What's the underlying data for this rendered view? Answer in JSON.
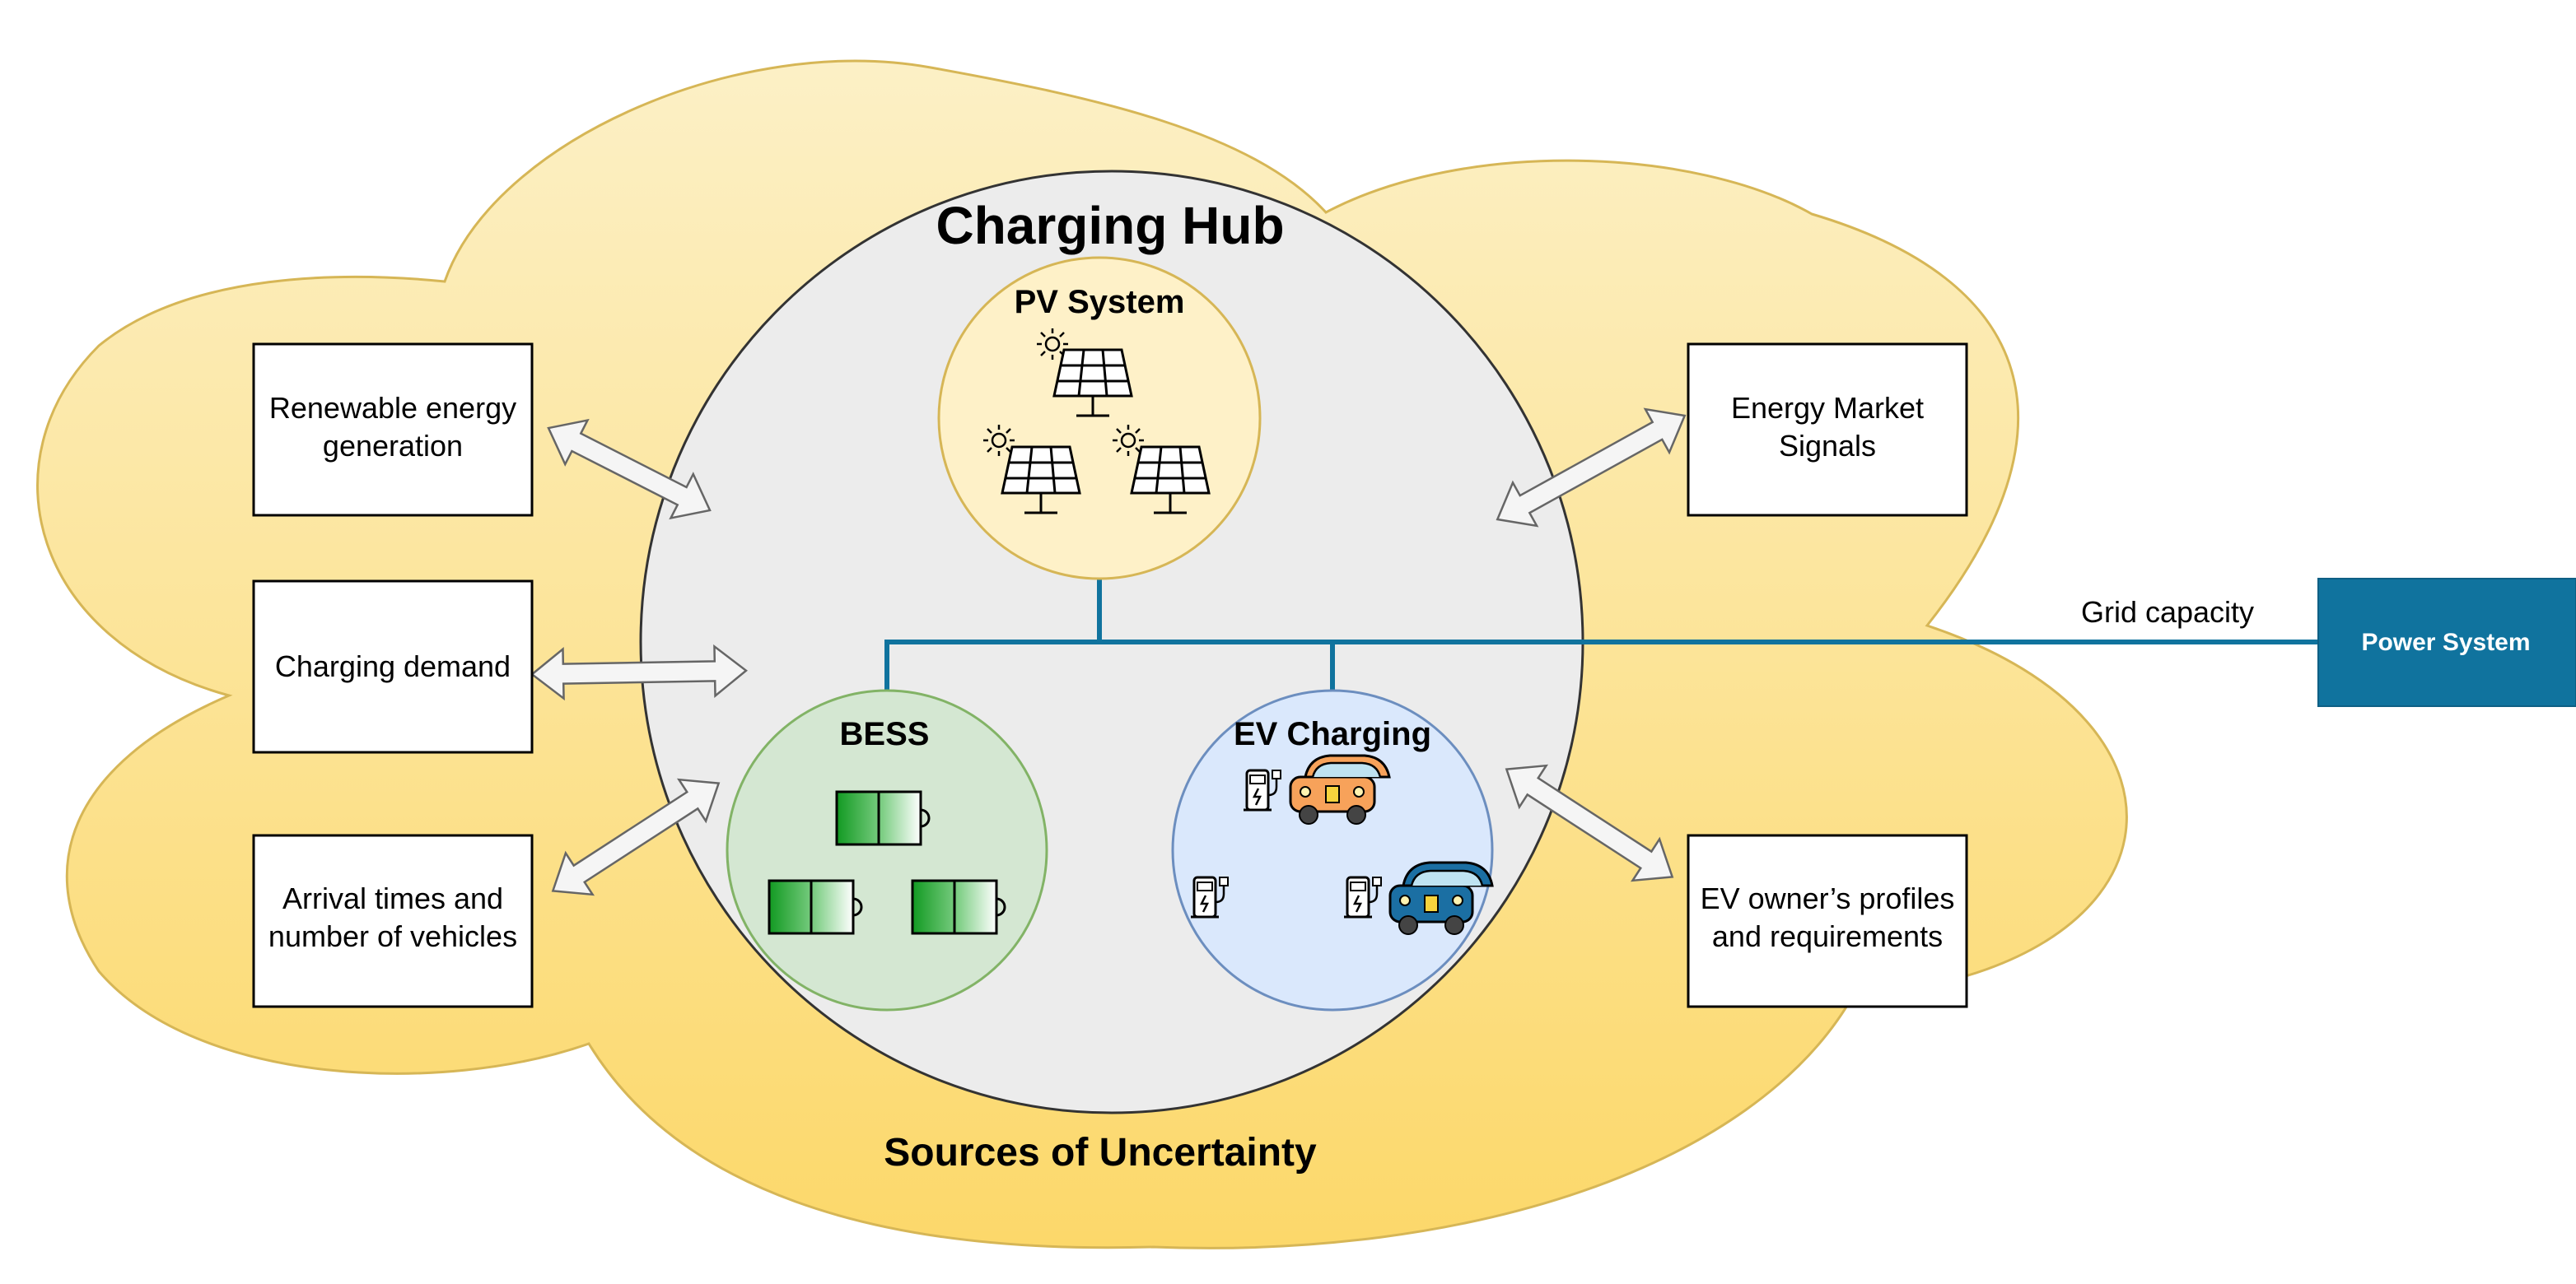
{
  "diagram": {
    "hub_title": "Charging Hub",
    "uncertainty_label": "Sources of Uncertainty",
    "pv": {
      "title": "PV System",
      "icon": "solar-panel-icon"
    },
    "bess": {
      "title": "BESS",
      "icon": "battery-icon"
    },
    "ev": {
      "title": "EV Charging",
      "icons": [
        "charging-station-icon",
        "car-icon"
      ]
    },
    "boxes": {
      "renewable": {
        "line1": "Renewable energy",
        "line2": "generation"
      },
      "demand": {
        "line1": "Charging demand"
      },
      "arrival": {
        "line1": "Arrival times and",
        "line2": "number of vehicles"
      },
      "market": {
        "line1": "Energy Market",
        "line2": "Signals"
      },
      "profiles": {
        "line1": "EV owner’s profiles",
        "line2": "and requirements"
      }
    },
    "grid_label": "Grid capacity",
    "power_system": "Power System",
    "colors": {
      "cloud_top": "#fcf0c6",
      "cloud_bottom": "#fcd86a",
      "cloud_stroke": "#d6b656",
      "hub_fill": "#ececec",
      "pv_fill": "#fef1c8",
      "bess_fill": "#d4e7d2",
      "bess_stroke": "#82b366",
      "ev_fill": "#dae8fc",
      "ev_stroke": "#6c8ebf",
      "bus_line": "#10739e",
      "power_system_fill": "#10739e"
    }
  }
}
